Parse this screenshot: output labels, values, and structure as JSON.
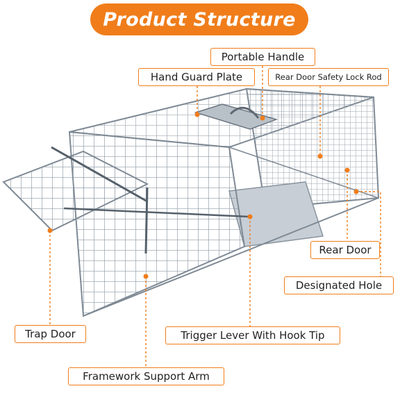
{
  "title": "Product Structure",
  "accent_color": "#f07d1a",
  "labels": {
    "portable_handle": "Portable Handle",
    "hand_guard_plate": "Hand Guard Plate",
    "rear_door_safety_lock_rod": "Rear Door Safety Lock Rod",
    "rear_door": "Rear Door",
    "designated_hole": "Designated Hole",
    "trap_door": "Trap Door",
    "trigger_lever": "Trigger Lever With Hook Tip",
    "framework_support_arm": "Framework Support Arm"
  }
}
